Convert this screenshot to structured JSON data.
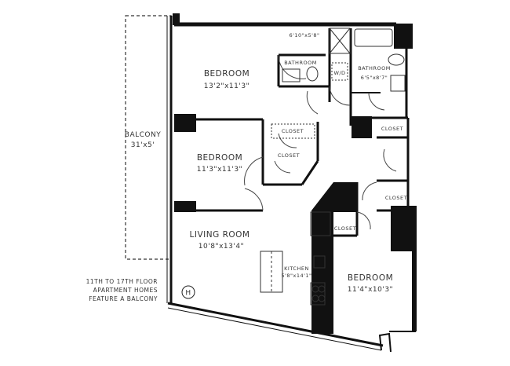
{
  "rooms": {
    "bedroom1": {
      "name": "BEDROOM",
      "dims": "13'2\"x11'3\""
    },
    "bedroom2": {
      "name": "BEDROOM",
      "dims": "11'3\"x11'3\""
    },
    "bedroom3": {
      "name": "BEDROOM",
      "dims": "11'4\"x10'3\""
    },
    "living": {
      "name": "LIVING ROOM",
      "dims": "10'8\"x13'4\""
    },
    "kitchen": {
      "name": "KITCHEN",
      "dims": "5'8\"x14'1\""
    },
    "bath1": {
      "name": "BATHROOM",
      "dims": "6'10\"x5'8\""
    },
    "bath2": {
      "name": "BATHROOM",
      "dims": "6'5\"x8'7\""
    },
    "balcony": {
      "name": "BALCONY",
      "dims": "31'x5'"
    },
    "wd": "W/D",
    "closets": [
      "CLOSET",
      "CLOSET",
      "CLOSET",
      "CLOSET",
      "CLOSET"
    ]
  },
  "note": [
    "11TH TO 17TH FLOOR",
    "APARTMENT HOMES",
    "FEATURE A BALCONY"
  ],
  "hvac_symbol": "H",
  "colors": {
    "wall": "#111111",
    "line": "#222222"
  }
}
